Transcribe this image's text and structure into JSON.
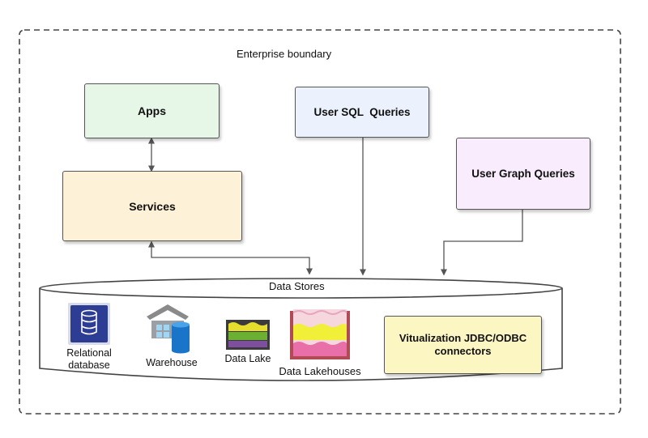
{
  "boundary": {
    "label": "Enterprise boundary"
  },
  "boxes": {
    "apps": {
      "label": "Apps",
      "color": "#e6f6e7"
    },
    "services": {
      "label": "Services",
      "color": "#fdf1d7"
    },
    "sql": {
      "label": "User SQL  Queries",
      "color": "#ebf2fd"
    },
    "graph": {
      "label": "User Graph Queries",
      "color": "#f8ecfd"
    }
  },
  "data_stores": {
    "title": "Data Stores",
    "relational": {
      "line1": "Relational",
      "line2": "database"
    },
    "warehouse": "Warehouse",
    "data_lake": "Data Lake",
    "lakehouses": "Data Lakehouses",
    "virtualization": {
      "line1": "Vitualization JDBC/ODBC",
      "line2": "connectors",
      "color": "#fcf6c3"
    }
  },
  "colors": {
    "relational_icon": "#2e3d94",
    "warehouse_roof": "#8a8a8a",
    "warehouse_blue": "#1a74c8",
    "lake_purple": "#7d4f9e",
    "lake_green": "#6cb033",
    "lake_yellow": "#e7dd2c",
    "lakehouse_frame": "#b24a55",
    "lakehouse_pink": "#e96fa8",
    "lakehouse_yellow": "#f1ef37",
    "graph_node": "#2f9ed6"
  }
}
